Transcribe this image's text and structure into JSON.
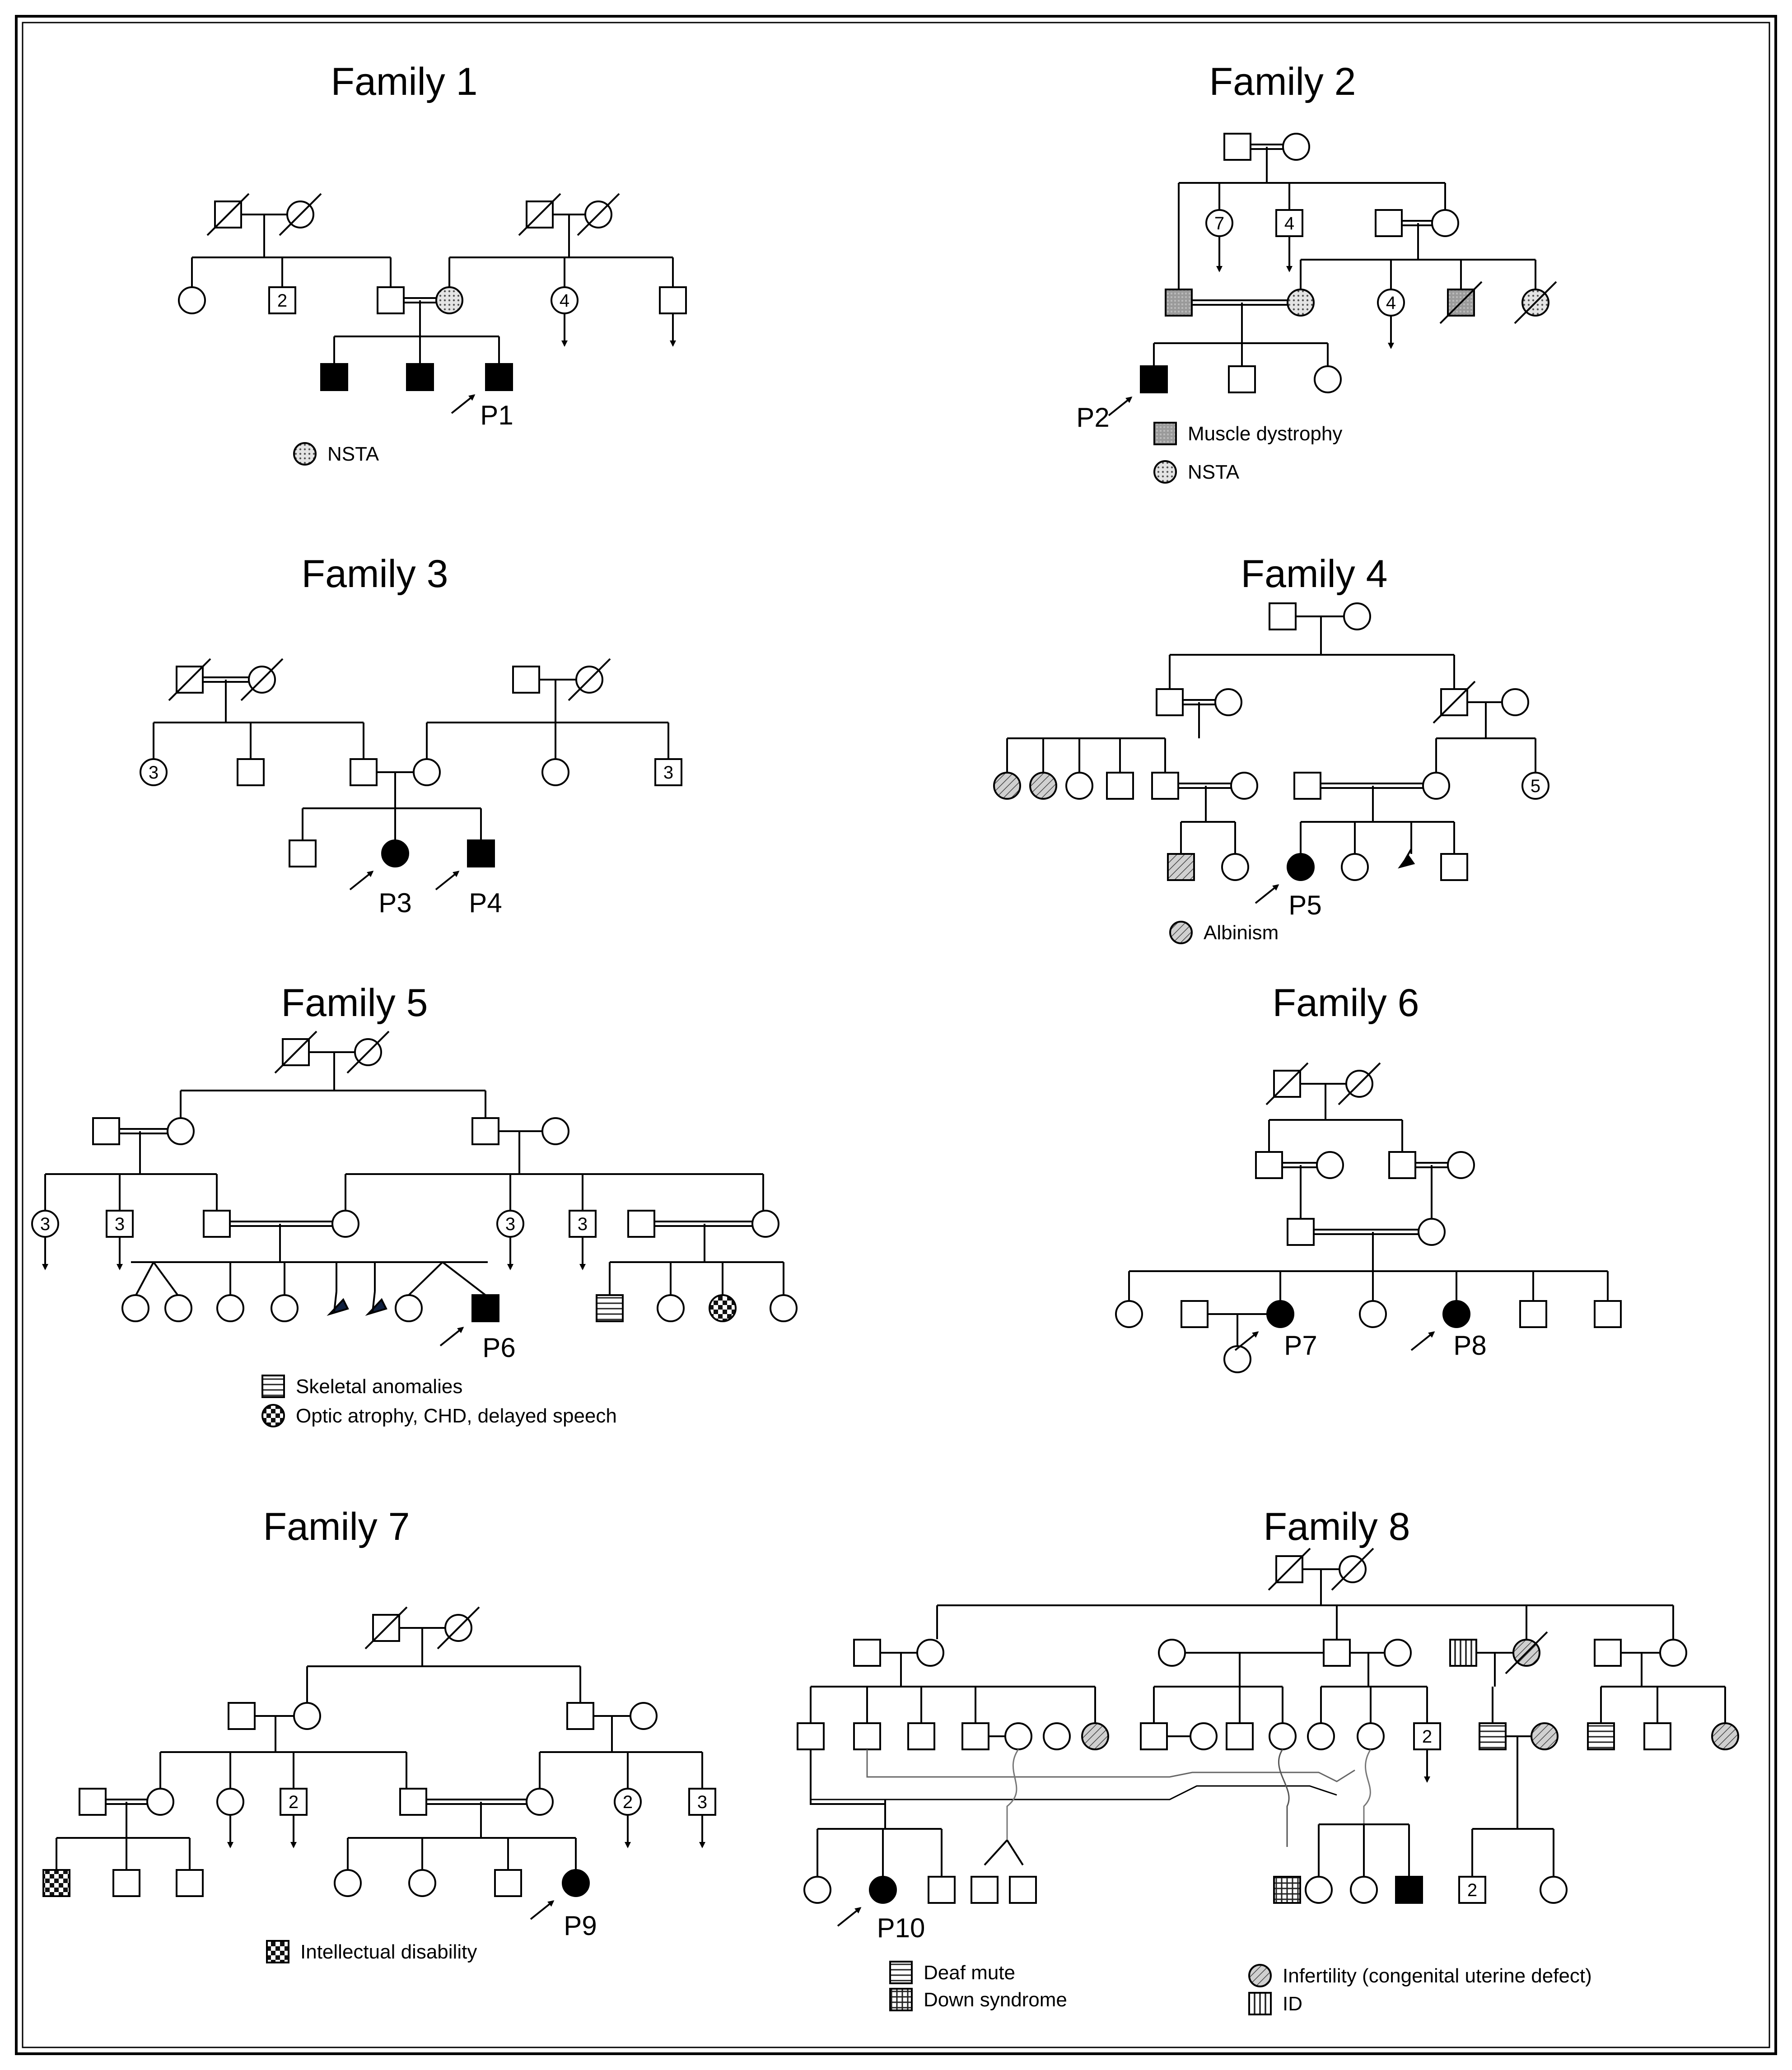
{
  "families": [
    {
      "title": "Family 1",
      "probands": [
        "P1"
      ],
      "legend": [
        "NSTA"
      ]
    },
    {
      "title": "Family 2",
      "probands": [
        "P2"
      ],
      "legend": [
        "Muscle dystrophy",
        "NSTA"
      ]
    },
    {
      "title": "Family 3",
      "probands": [
        "P3",
        "P4"
      ],
      "legend": []
    },
    {
      "title": "Family 4",
      "probands": [
        "P5"
      ],
      "legend": [
        "Albinism"
      ]
    },
    {
      "title": "Family 5",
      "probands": [
        "P6"
      ],
      "legend": [
        "Skeletal anomalies",
        "Optic atrophy, CHD, delayed speech"
      ]
    },
    {
      "title": "Family 6",
      "probands": [
        "P7",
        "P8"
      ],
      "legend": []
    },
    {
      "title": "Family 7",
      "probands": [
        "P9"
      ],
      "legend": [
        "Intellectual disability"
      ]
    },
    {
      "title": "Family 8",
      "probands": [
        "P10"
      ],
      "legend": [
        "Deaf mute",
        "Down syndrome",
        "Infertility (congenital uterine defect)",
        "ID"
      ]
    }
  ],
  "sibship_counts": {
    "f1": [
      "2",
      "4"
    ],
    "f2": [
      "7",
      "4",
      "4"
    ],
    "f3": [
      "3",
      "3"
    ],
    "f4": [
      "5"
    ],
    "f5": [
      "3",
      "3",
      "3",
      "3"
    ],
    "f7": [
      "2",
      "2",
      "3"
    ],
    "f8": [
      "2",
      "2"
    ]
  },
  "colors": {
    "line": "#000000",
    "fill_affected": "#000000",
    "fill_trait": "#b8b8b8",
    "frame": "#000000"
  }
}
